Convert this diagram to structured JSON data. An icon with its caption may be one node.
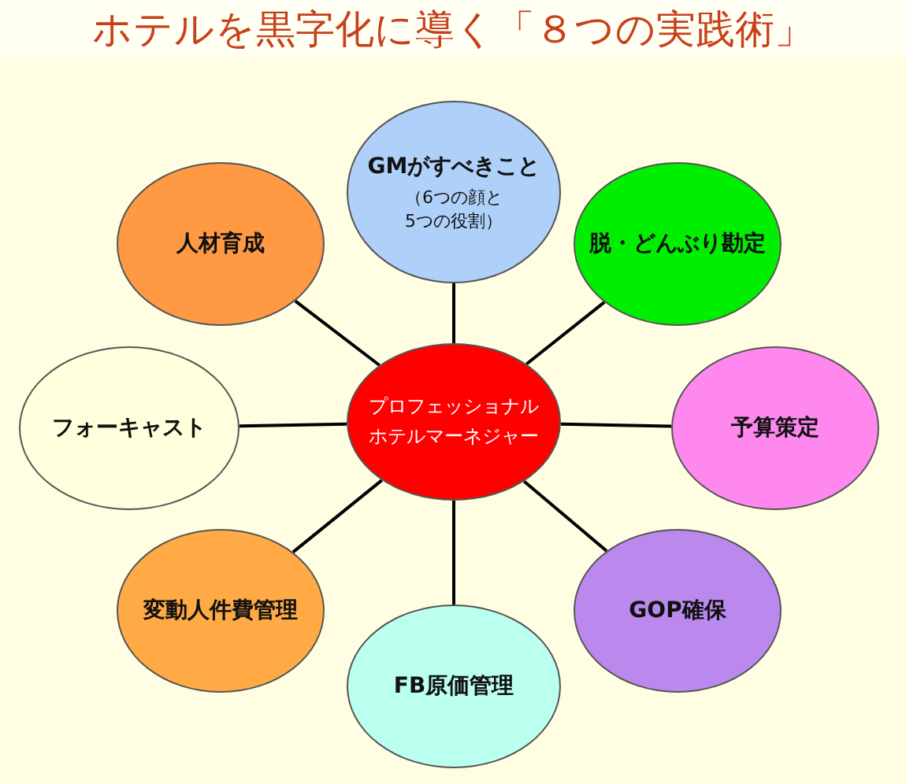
{
  "diagram": {
    "title": "ホテルを黒字化に導く「８つの実践術」",
    "nodes": [
      {
        "text": [
          "プロフェッショナルホテルマーネジャー"
        ]
      },
      {
        "text": [
          "GMがすべきこと",
          "（6つの顔と5つの役割）"
        ]
      },
      {
        "text": [
          "脱・どんぶり勘定"
        ]
      },
      {
        "text": [
          "予算策定"
        ]
      },
      {
        "text": [
          "GOP確保"
        ]
      },
      {
        "text": [
          "FB原価管理"
        ]
      },
      {
        "text": [
          "変動人件費管理"
        ]
      },
      {
        "text": [
          "フォーキャスト"
        ]
      },
      {
        "text": [
          "人材育成"
        ]
      }
    ],
    "edges": [
      {
        "from": 0,
        "to": 1,
        "arrow": "none"
      },
      {
        "from": 0,
        "to": 2,
        "arrow": "none"
      },
      {
        "from": 0,
        "to": 3,
        "arrow": "none"
      },
      {
        "from": 0,
        "to": 4,
        "arrow": "none"
      },
      {
        "from": 0,
        "to": 5,
        "arrow": "none"
      },
      {
        "from": 0,
        "to": 6,
        "arrow": "none"
      },
      {
        "from": 0,
        "to": 7,
        "arrow": "none"
      },
      {
        "from": 0,
        "to": 8,
        "arrow": "none"
      }
    ]
  }
}
